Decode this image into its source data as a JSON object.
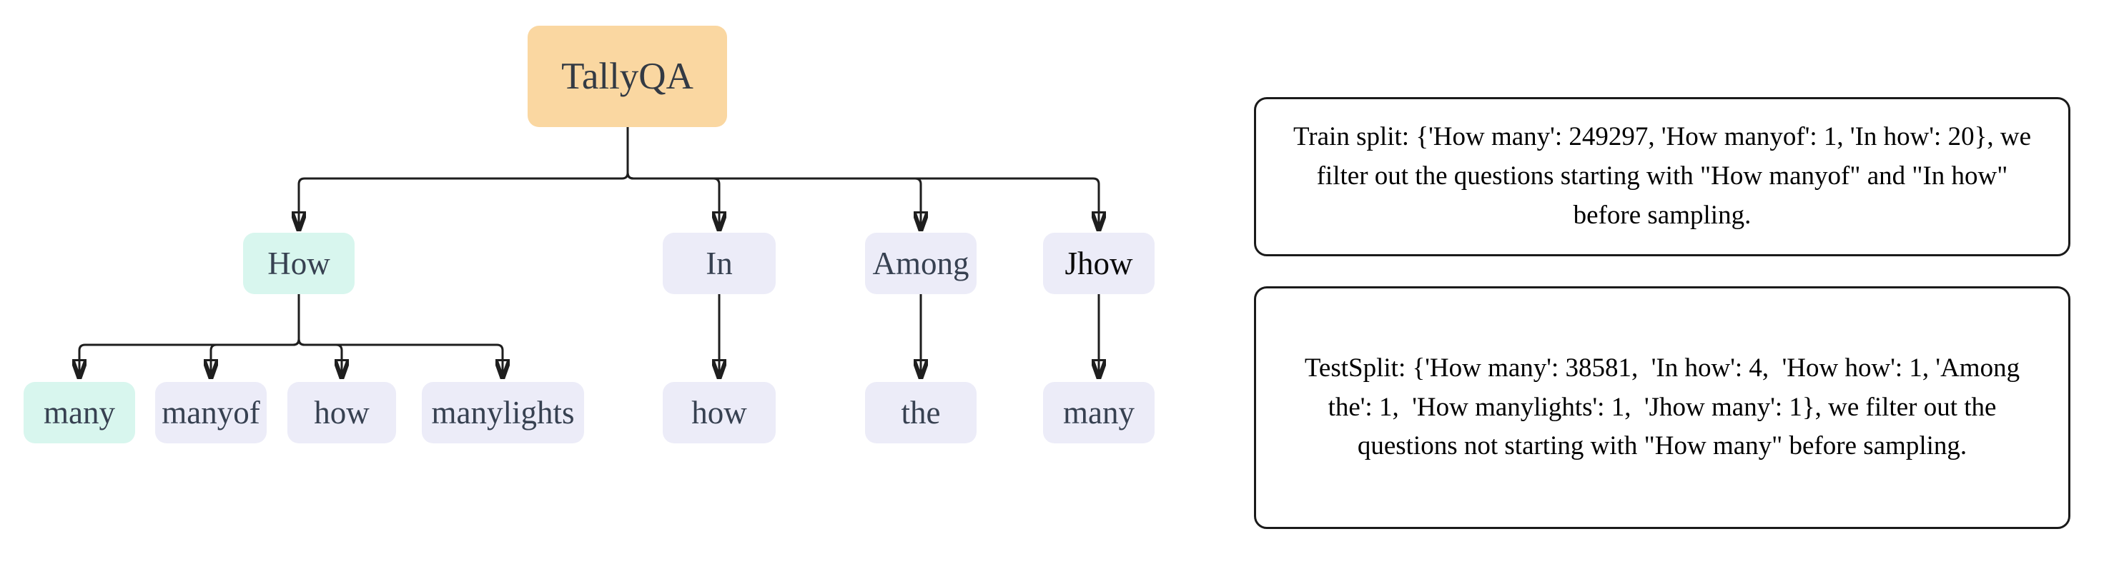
{
  "diagram": {
    "nodes": [
      {
        "id": "TallyQA",
        "label": "TallyQA",
        "variant": "root"
      },
      {
        "id": "How",
        "label": "How",
        "variant": "highlight"
      },
      {
        "id": "In",
        "label": "In",
        "variant": "default"
      },
      {
        "id": "Among",
        "label": "Among",
        "variant": "default"
      },
      {
        "id": "Jhow",
        "label": "Jhow",
        "variant": "default-black-text"
      },
      {
        "id": "many",
        "label": "many",
        "variant": "highlight"
      },
      {
        "id": "manyof",
        "label": "manyof",
        "variant": "default"
      },
      {
        "id": "how",
        "label": "how",
        "variant": "default"
      },
      {
        "id": "manylights",
        "label": "manylights",
        "variant": "default"
      },
      {
        "id": "how-under-in",
        "label": "how",
        "variant": "default"
      },
      {
        "id": "the-under-among",
        "label": "the",
        "variant": "default"
      },
      {
        "id": "many-under-jhow",
        "label": "many",
        "variant": "default"
      }
    ],
    "edges": [
      {
        "from": "TallyQA",
        "to": "How"
      },
      {
        "from": "TallyQA",
        "to": "In"
      },
      {
        "from": "TallyQA",
        "to": "Among"
      },
      {
        "from": "TallyQA",
        "to": "Jhow"
      },
      {
        "from": "How",
        "to": "many"
      },
      {
        "from": "How",
        "to": "manyof"
      },
      {
        "from": "How",
        "to": "how"
      },
      {
        "from": "How",
        "to": "manylights"
      },
      {
        "from": "In",
        "to": "how-under-in"
      },
      {
        "from": "Among",
        "to": "the-under-among"
      },
      {
        "from": "Jhow",
        "to": "many-under-jhow"
      }
    ]
  },
  "notes": {
    "train_split": "Train split: {'How many': 249297, 'How manyof': 1, 'In how': 20}, we filter out the questions starting with \"How manyof\" and \"In how\" before sampling.",
    "test_split": "TestSplit: {'How many': 38581,  'In how': 4,  'How how': 1, 'Among the': 1,  'How manylights': 1,  'Jhow many': 1}, we filter out the questions not starting with \"How many\" before sampling."
  },
  "colors": {
    "root_fill": "#FAD7A1",
    "highlight_fill": "#D8F6EE",
    "default_fill": "#ECECF8",
    "node_text": "#374151",
    "jhow_text": "#0A0A0A",
    "connector": "#1E1E1E",
    "note_border": "#1A1A1A",
    "note_background": "#FFFFFF"
  }
}
